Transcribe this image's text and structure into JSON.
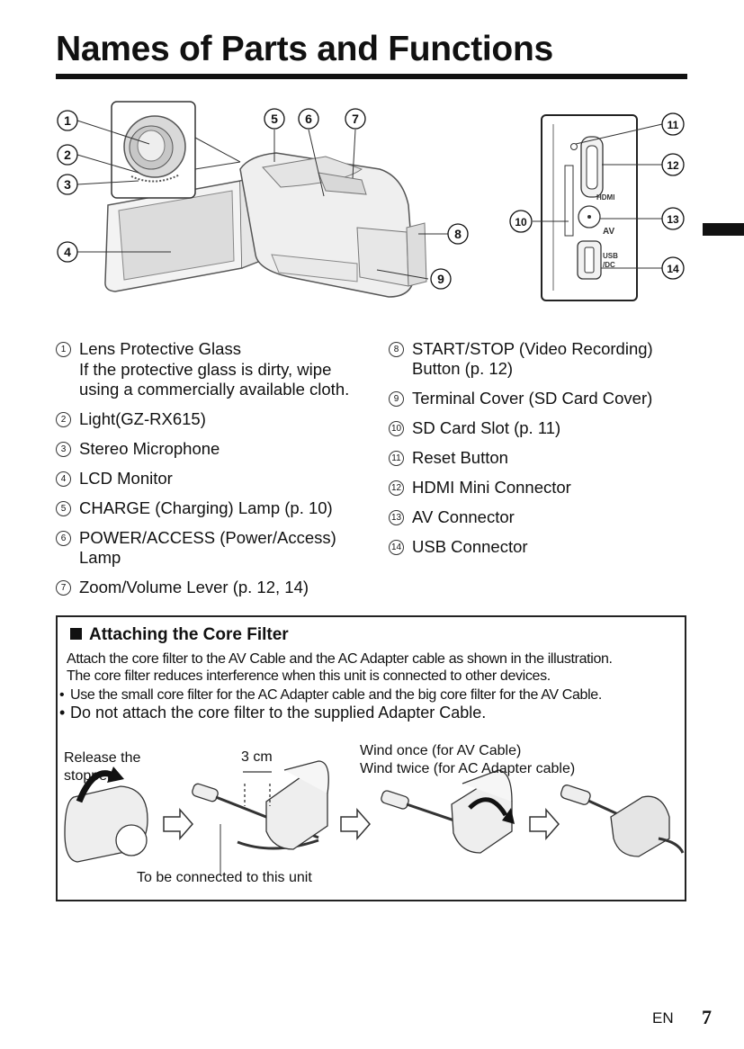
{
  "page": {
    "title": "Names of Parts and Functions",
    "lang": "EN",
    "page_number": "7"
  },
  "callouts": [
    "1",
    "2",
    "3",
    "4",
    "5",
    "6",
    "7",
    "8",
    "9",
    "10",
    "11",
    "12",
    "13",
    "14"
  ],
  "panel_labels": {
    "hdmi": "HDMI",
    "av": "AV",
    "usb": "USB",
    "dc": "/DC"
  },
  "parts_left": [
    {
      "num": "1",
      "label": "Lens Protective Glass",
      "note": "If the protective glass is dirty, wipe using a commercially available cloth."
    },
    {
      "num": "2",
      "label": "Light(GZ-RX615)"
    },
    {
      "num": "3",
      "label": "Stereo Microphone"
    },
    {
      "num": "4",
      "label": "LCD Monitor"
    },
    {
      "num": "5",
      "label": "CHARGE (Charging) Lamp (p. 10)"
    },
    {
      "num": "6",
      "label": "POWER/ACCESS (Power/Access) Lamp"
    },
    {
      "num": "7",
      "label": "Zoom/Volume Lever (p. 12, 14)"
    }
  ],
  "parts_right": [
    {
      "num": "8",
      "label": "START/STOP (Video Recording) Button (p. 12)"
    },
    {
      "num": "9",
      "label": "Terminal Cover (SD Card Cover)"
    },
    {
      "num": "10",
      "label": "SD Card Slot (p. 11)"
    },
    {
      "num": "11",
      "label": "Reset Button"
    },
    {
      "num": "12",
      "label": "HDMI Mini Connector"
    },
    {
      "num": "13",
      "label": "AV Connector"
    },
    {
      "num": "14",
      "label": "USB Connector"
    }
  ],
  "core_filter": {
    "heading": "Attaching the Core Filter",
    "para1": "Attach the core filter to the AV Cable and the AC Adapter cable as shown in the illustration.",
    "para2": "The core filter reduces interference when this unit is connected to other devices.",
    "bullet1": "Use the small core filter for the AC Adapter cable and the big core filter for the AV Cable.",
    "bullet2": "Do not attach the core filter to the supplied Adapter Cable.",
    "bullet_symbol": "•",
    "cap_release_line1": "Release the",
    "cap_release_line2": "stopper.",
    "cap_distance": "3 cm",
    "cap_wind1": "Wind once (for AV Cable)",
    "cap_wind2": "Wind twice (for AC Adapter cable)",
    "cap_connect": "To be connected to this unit"
  }
}
